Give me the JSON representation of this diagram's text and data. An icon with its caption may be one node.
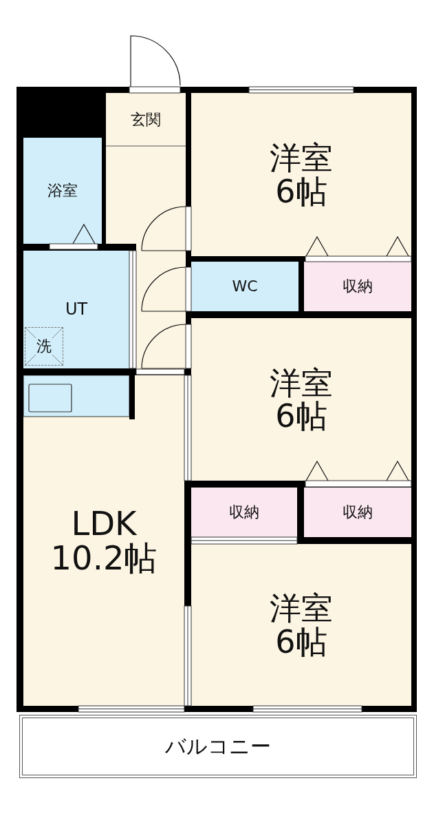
{
  "diagram": {
    "nodes": [
      {
        "text": [
          "玄関"
        ]
      },
      {
        "text": [
          "洋室",
          "6帖"
        ]
      },
      {
        "text": [
          "浴室"
        ]
      },
      {
        "text": [
          "WC"
        ]
      },
      {
        "text": [
          "収納"
        ]
      },
      {
        "text": [
          "UT"
        ]
      },
      {
        "text": [
          "洗"
        ],
        "in": 5
      },
      {
        "text": [
          "洋室",
          "6帖"
        ]
      },
      {
        "text": [
          "LDK",
          "10.2帖"
        ]
      },
      {
        "text": [
          "収納"
        ]
      },
      {
        "text": [
          "収納"
        ]
      },
      {
        "text": [
          "洋室",
          "6帖"
        ]
      },
      {
        "text": [
          "バルコニー"
        ]
      }
    ]
  }
}
